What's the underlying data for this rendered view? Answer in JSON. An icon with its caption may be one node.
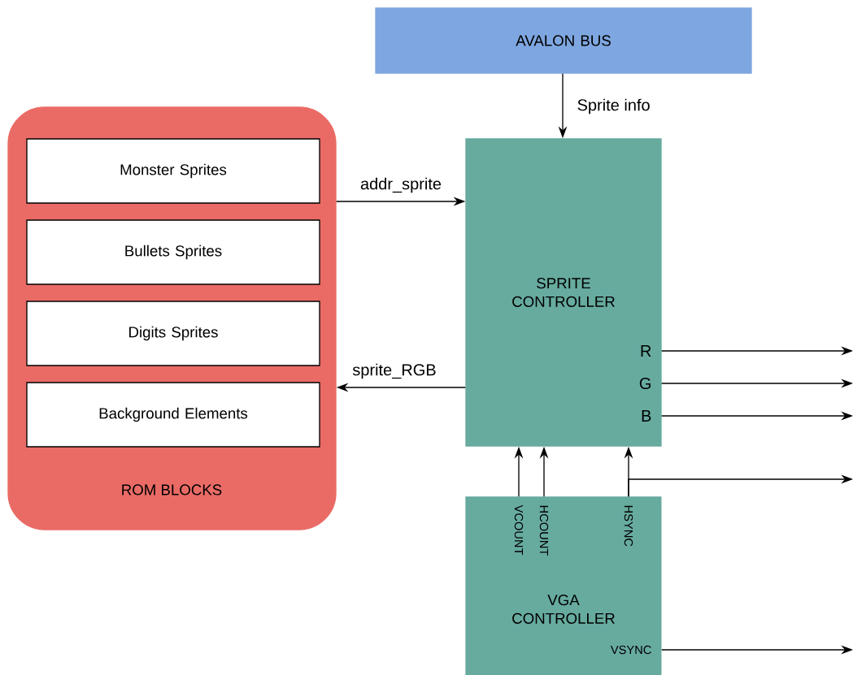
{
  "diagram": {
    "nodes": [
      {
        "text": [
          "AVALON BUS"
        ]
      },
      {
        "text": [
          "ROM BLOCKS"
        ]
      },
      {
        "text": [
          "Monster Sprites"
        ],
        "in": 1
      },
      {
        "text": [
          "Bullets Sprites"
        ],
        "in": 1
      },
      {
        "text": [
          "Digits Sprites"
        ],
        "in": 1
      },
      {
        "text": [
          "Background Elements"
        ],
        "in": 1
      },
      {
        "text": [
          "SPRITE CONTROLLER"
        ]
      },
      {
        "text": [
          "VGA CONTROLLER"
        ]
      }
    ],
    "edges": [
      {
        "from": 0,
        "to": 6,
        "arrow": "to",
        "label": "Sprite info"
      },
      {
        "from": 1,
        "to": 6,
        "arrow": "to",
        "label": "addr_sprite"
      },
      {
        "from": 6,
        "to": 1,
        "arrow": "to",
        "label": "sprite_RGB"
      },
      {
        "from": 6,
        "to": null,
        "arrow": "to",
        "label": "R"
      },
      {
        "from": 6,
        "to": null,
        "arrow": "to",
        "label": "G"
      },
      {
        "from": 6,
        "to": null,
        "arrow": "to",
        "label": "B"
      },
      {
        "from": 7,
        "to": 6,
        "arrow": "to",
        "label": "VCOUNT"
      },
      {
        "from": 7,
        "to": 6,
        "arrow": "to",
        "label": "HCOUNT"
      },
      {
        "from": 7,
        "to": 6,
        "arrow": "to",
        "label": "HSYNC"
      },
      {
        "from": 7,
        "to": null,
        "arrow": "to"
      },
      {
        "from": 7,
        "to": null,
        "arrow": "to",
        "label": "VSYNC"
      }
    ]
  }
}
